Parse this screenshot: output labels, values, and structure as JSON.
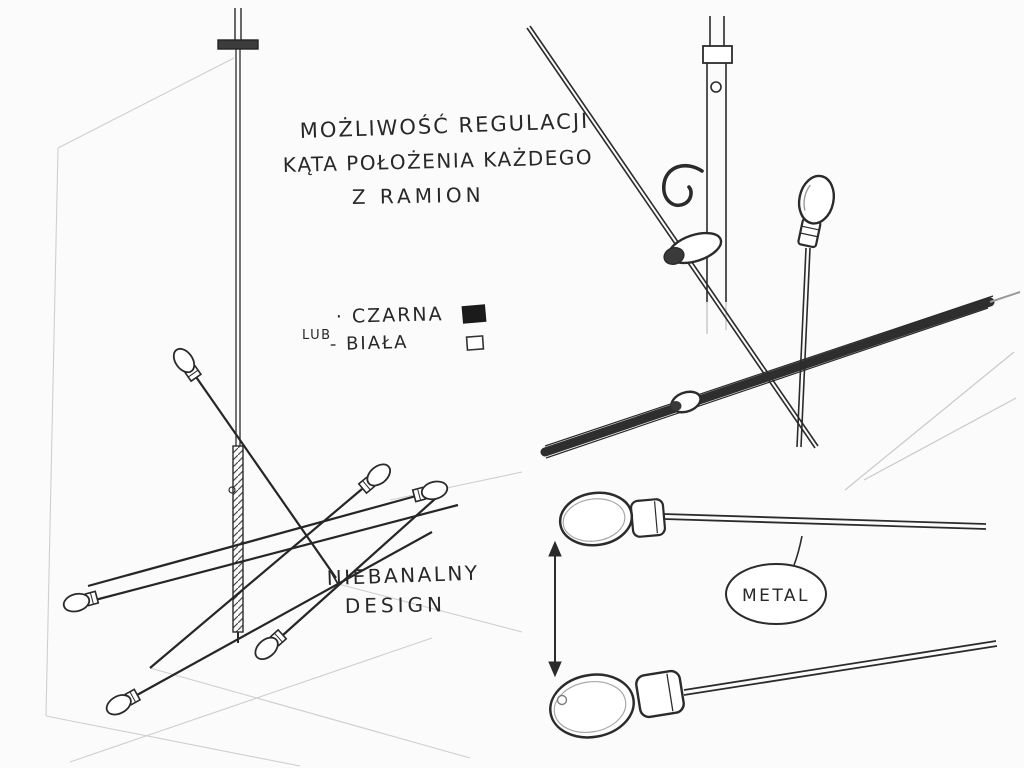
{
  "page": {
    "description": "Hand-drawn concept sketch of an adjustable multi-arm pendant lamp",
    "background": "#fbfbfb",
    "ink": "#2a2a2a",
    "faint": "#c7c7c7"
  },
  "annotations": {
    "adjustability": {
      "line1": "MOŻLIWOŚĆ REGULACJI",
      "line2": "KĄTA POŁOŻENIA KAŻDEGO",
      "line3": "Z RAMION"
    },
    "color_options": {
      "black_label": "· CZARNA",
      "or_label": "LUB",
      "white_label": "- BIAŁA",
      "black_swatch": "#1b1b1b",
      "white_swatch": "#ffffff"
    },
    "design_note": {
      "line1": "NIEBANALNY",
      "line2": "DESIGN"
    },
    "material": {
      "label": "METAL"
    }
  }
}
